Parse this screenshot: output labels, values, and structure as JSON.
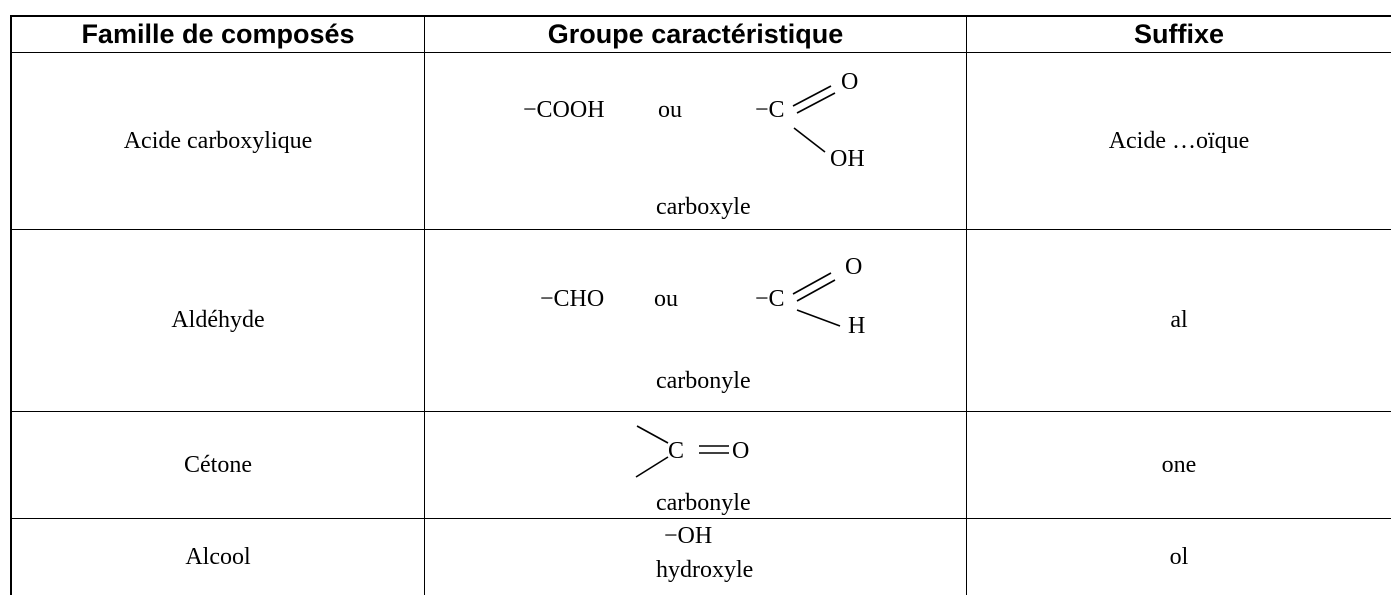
{
  "headers": {
    "famille": "Famille de composés",
    "groupe": "Groupe caractéristique",
    "suffixe": "Suffixe"
  },
  "rows": [
    {
      "famille": "Acide carboxylique",
      "formula": "−COOH",
      "ou": "ou",
      "struct_c": "−C",
      "struct_o": "O",
      "struct_sub": "OH",
      "group_name": "carboxyle",
      "suffixe": "Acide …oïque"
    },
    {
      "famille": "Aldéhyde",
      "formula": "−CHO",
      "ou": "ou",
      "struct_c": "−C",
      "struct_o": "O",
      "struct_sub": "H",
      "group_name": "carbonyle",
      "suffixe": "al"
    },
    {
      "famille": "Cétone",
      "struct_c": "C",
      "struct_o": "O",
      "group_name": "carbonyle",
      "suffixe": "one"
    },
    {
      "famille": "Alcool",
      "formula": "−OH",
      "group_name": "hydroxyle",
      "suffixe": "ol"
    }
  ]
}
